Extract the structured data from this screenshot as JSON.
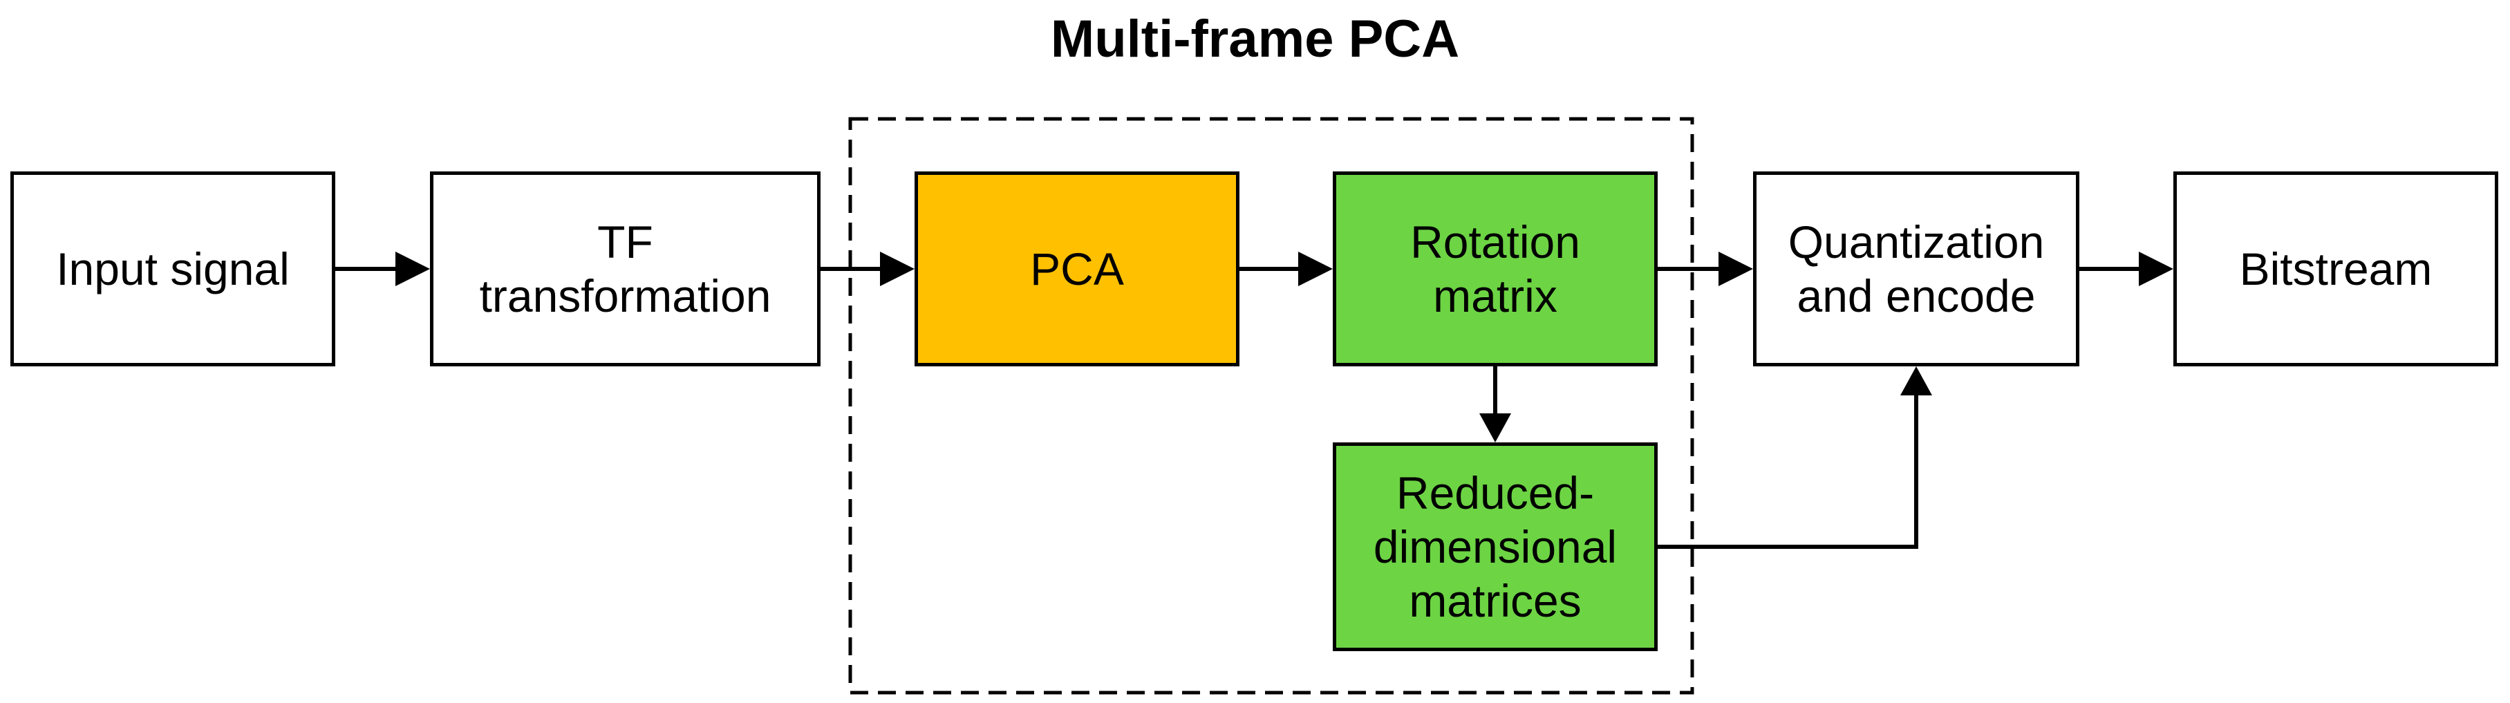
{
  "title": "Multi-frame PCA",
  "nodes": {
    "input": "Input signal",
    "tf": "TF\ntransformation",
    "pca": "PCA",
    "rotation": "Rotation\nmatrix",
    "reduced": "Reduced-\ndimensional\nmatrices",
    "quantization": "Quantization\nand encode",
    "bitstream": "Bitstream"
  },
  "colors": {
    "pca_fill": "#FFC000",
    "green_fill": "#6DD444",
    "stroke": "#000000"
  }
}
